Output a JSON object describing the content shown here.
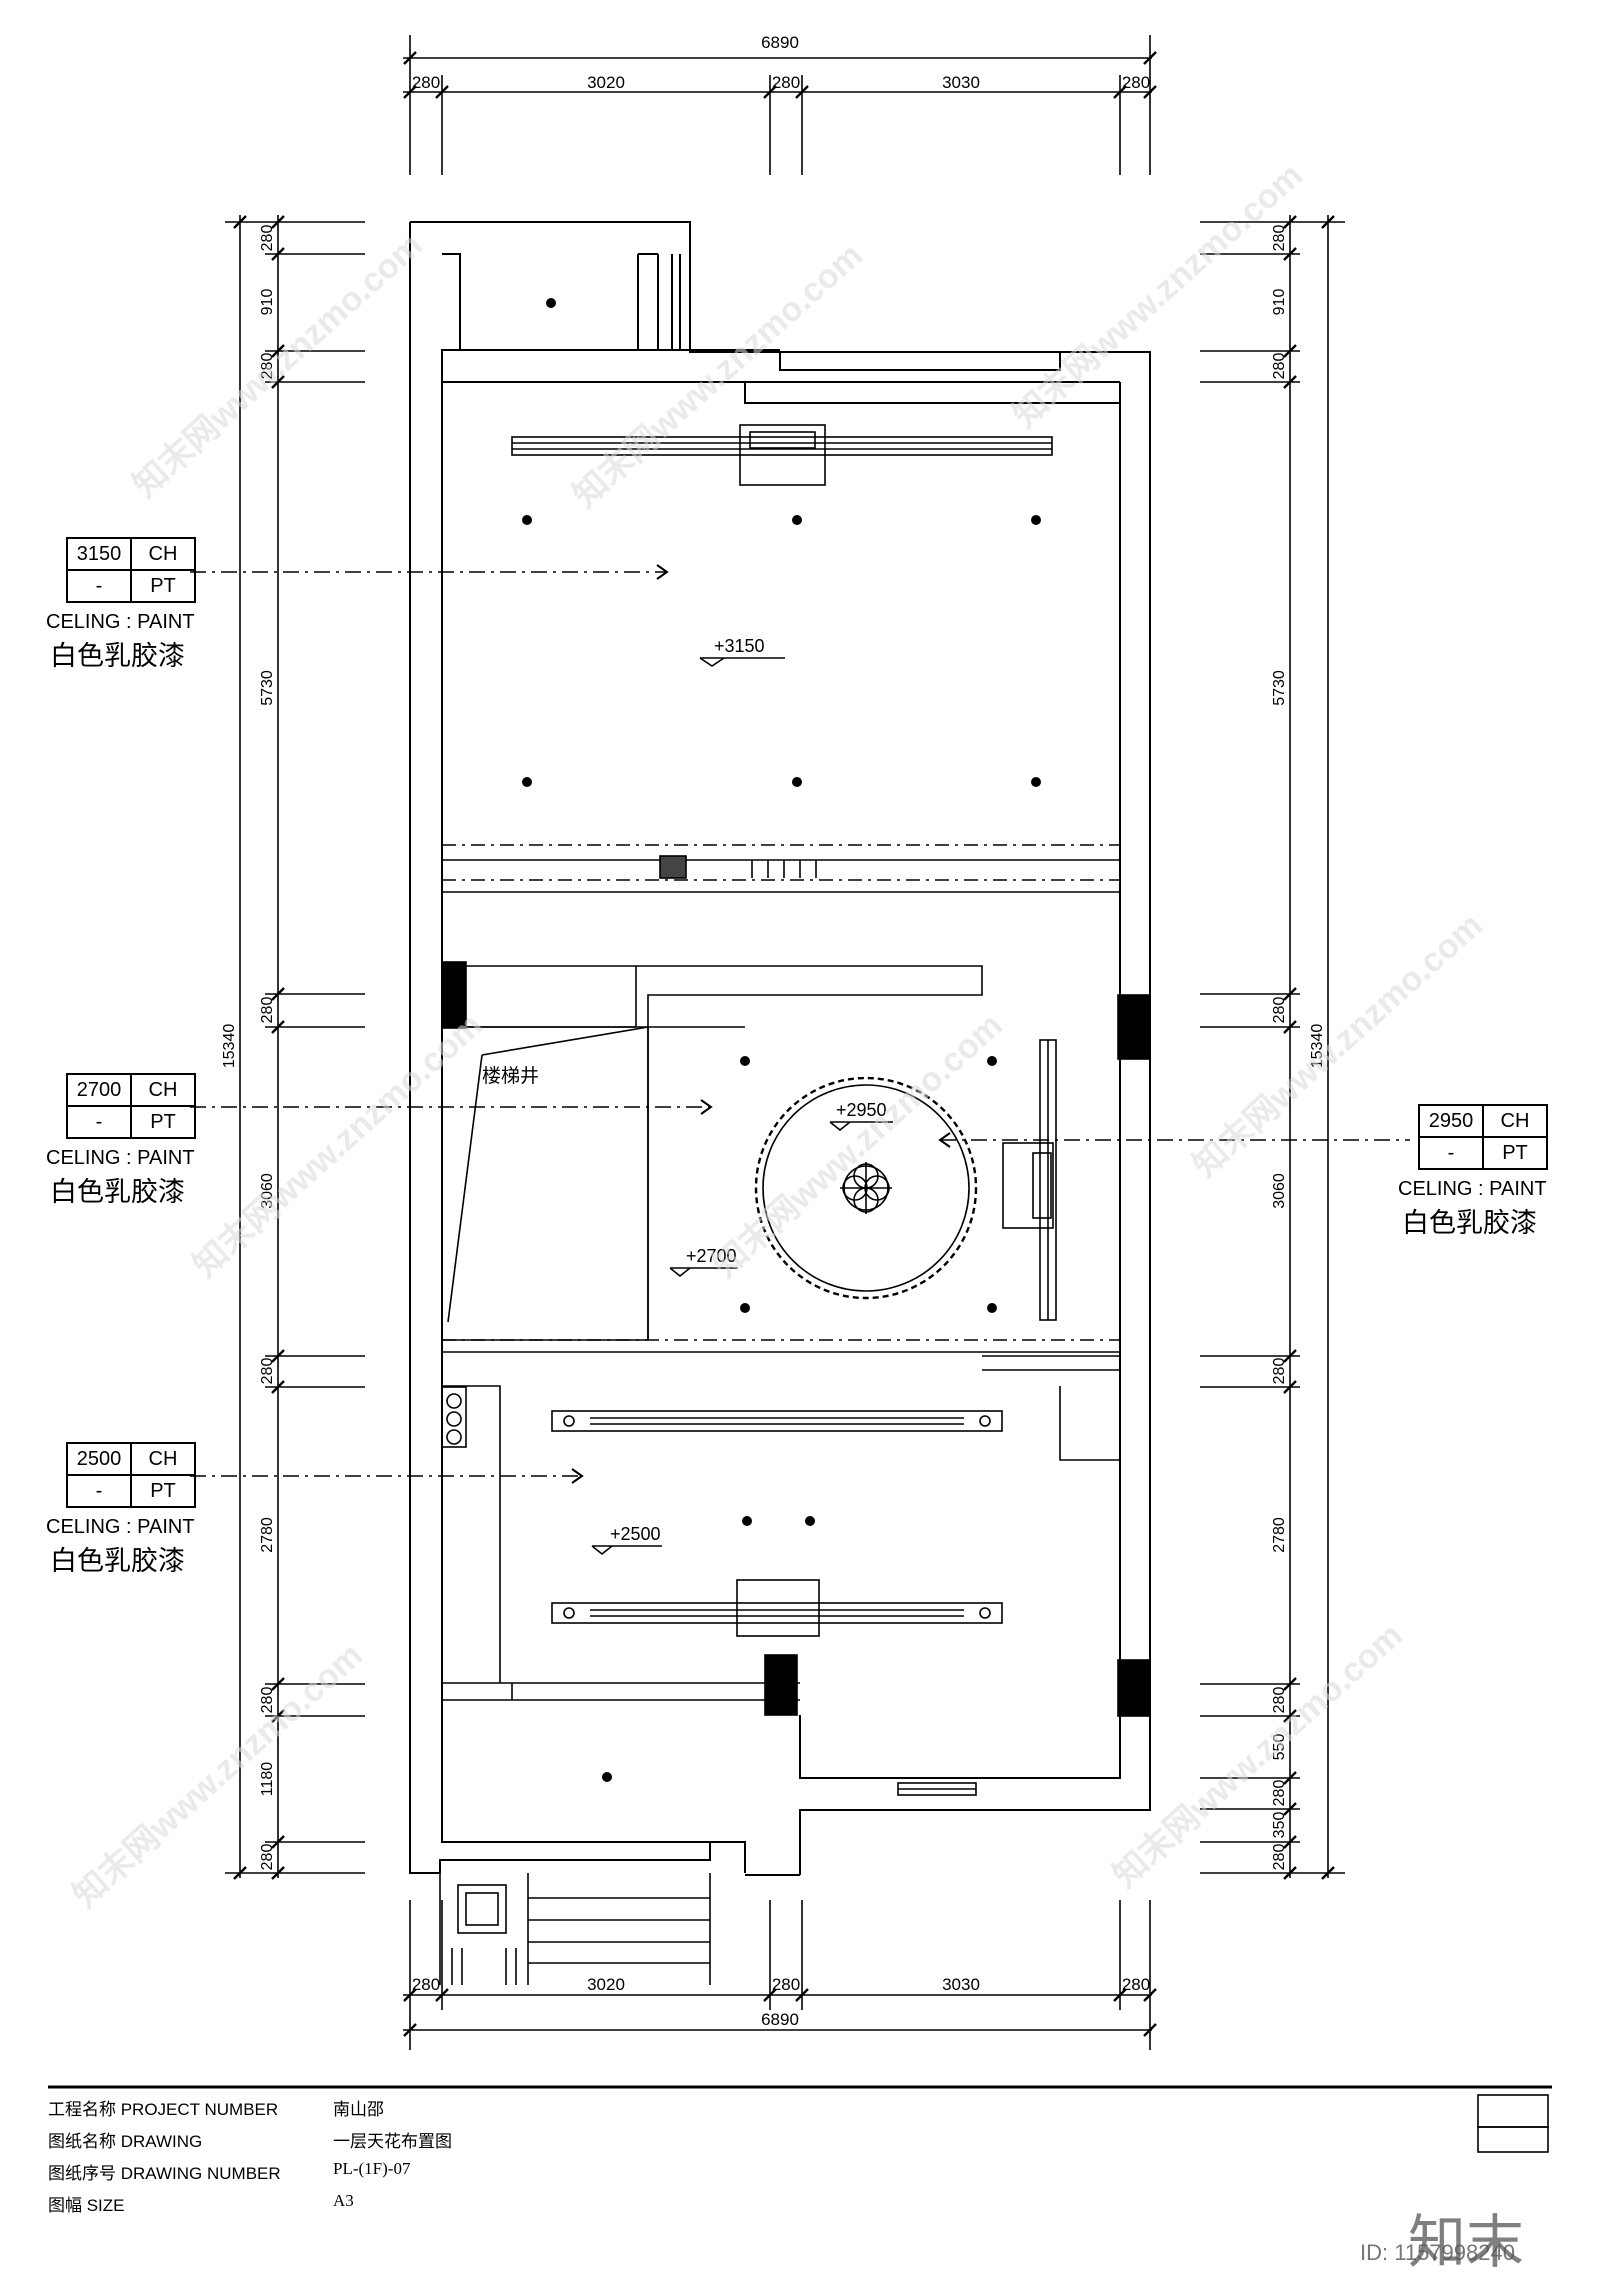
{
  "dimensions": {
    "top_total": "6890",
    "top_segments": [
      "280",
      "3020",
      "280",
      "3030",
      "280"
    ],
    "bottom_total": "6890",
    "bottom_segments": [
      "280",
      "3020",
      "280",
      "3030",
      "280"
    ],
    "left_total": "15340",
    "left_segments": [
      "280",
      "910",
      "280",
      "5730",
      "280",
      "3060",
      "280",
      "2780",
      "280",
      "1180",
      "280"
    ],
    "right_total": "15340",
    "right_segments": [
      "280",
      "910",
      "280",
      "5730",
      "280",
      "3060",
      "280",
      "2780",
      "280",
      "550",
      "280",
      "350",
      "280"
    ]
  },
  "ceiling_tags": [
    {
      "height": "3150",
      "code": "CH",
      "dash": "-",
      "material_code": "PT",
      "material": "CELING : PAINT",
      "material_cn": "白色乳胶漆"
    },
    {
      "height": "2700",
      "code": "CH",
      "dash": "-",
      "material_code": "PT",
      "material": "CELING : PAINT",
      "material_cn": "白色乳胶漆"
    },
    {
      "height": "2500",
      "code": "CH",
      "dash": "-",
      "material_code": "PT",
      "material": "CELING : PAINT",
      "material_cn": "白色乳胶漆"
    },
    {
      "height": "2950",
      "code": "CH",
      "dash": "-",
      "material_code": "PT",
      "material": "CELING : PAINT",
      "material_cn": "白色乳胶漆"
    }
  ],
  "levels": {
    "upper": "+3150",
    "circle": "+2950",
    "middle": "+2700",
    "lower": "+2500"
  },
  "room_labels": {
    "stairwell": "楼梯井"
  },
  "title_block": {
    "project_label": "工程名称 PROJECT NUMBER",
    "project_value": "南山邵",
    "drawing_label": "图纸名称 DRAWING",
    "drawing_value": "一层天花布置图",
    "number_label": "图纸序号 DRAWING NUMBER",
    "number_value": "PL-(1F)-07",
    "size_label": "图幅    SIZE",
    "size_value": "A3"
  },
  "watermark": {
    "brand": "知末",
    "id": "ID: 1157998240",
    "site": "知末网www.znzmo.com"
  }
}
